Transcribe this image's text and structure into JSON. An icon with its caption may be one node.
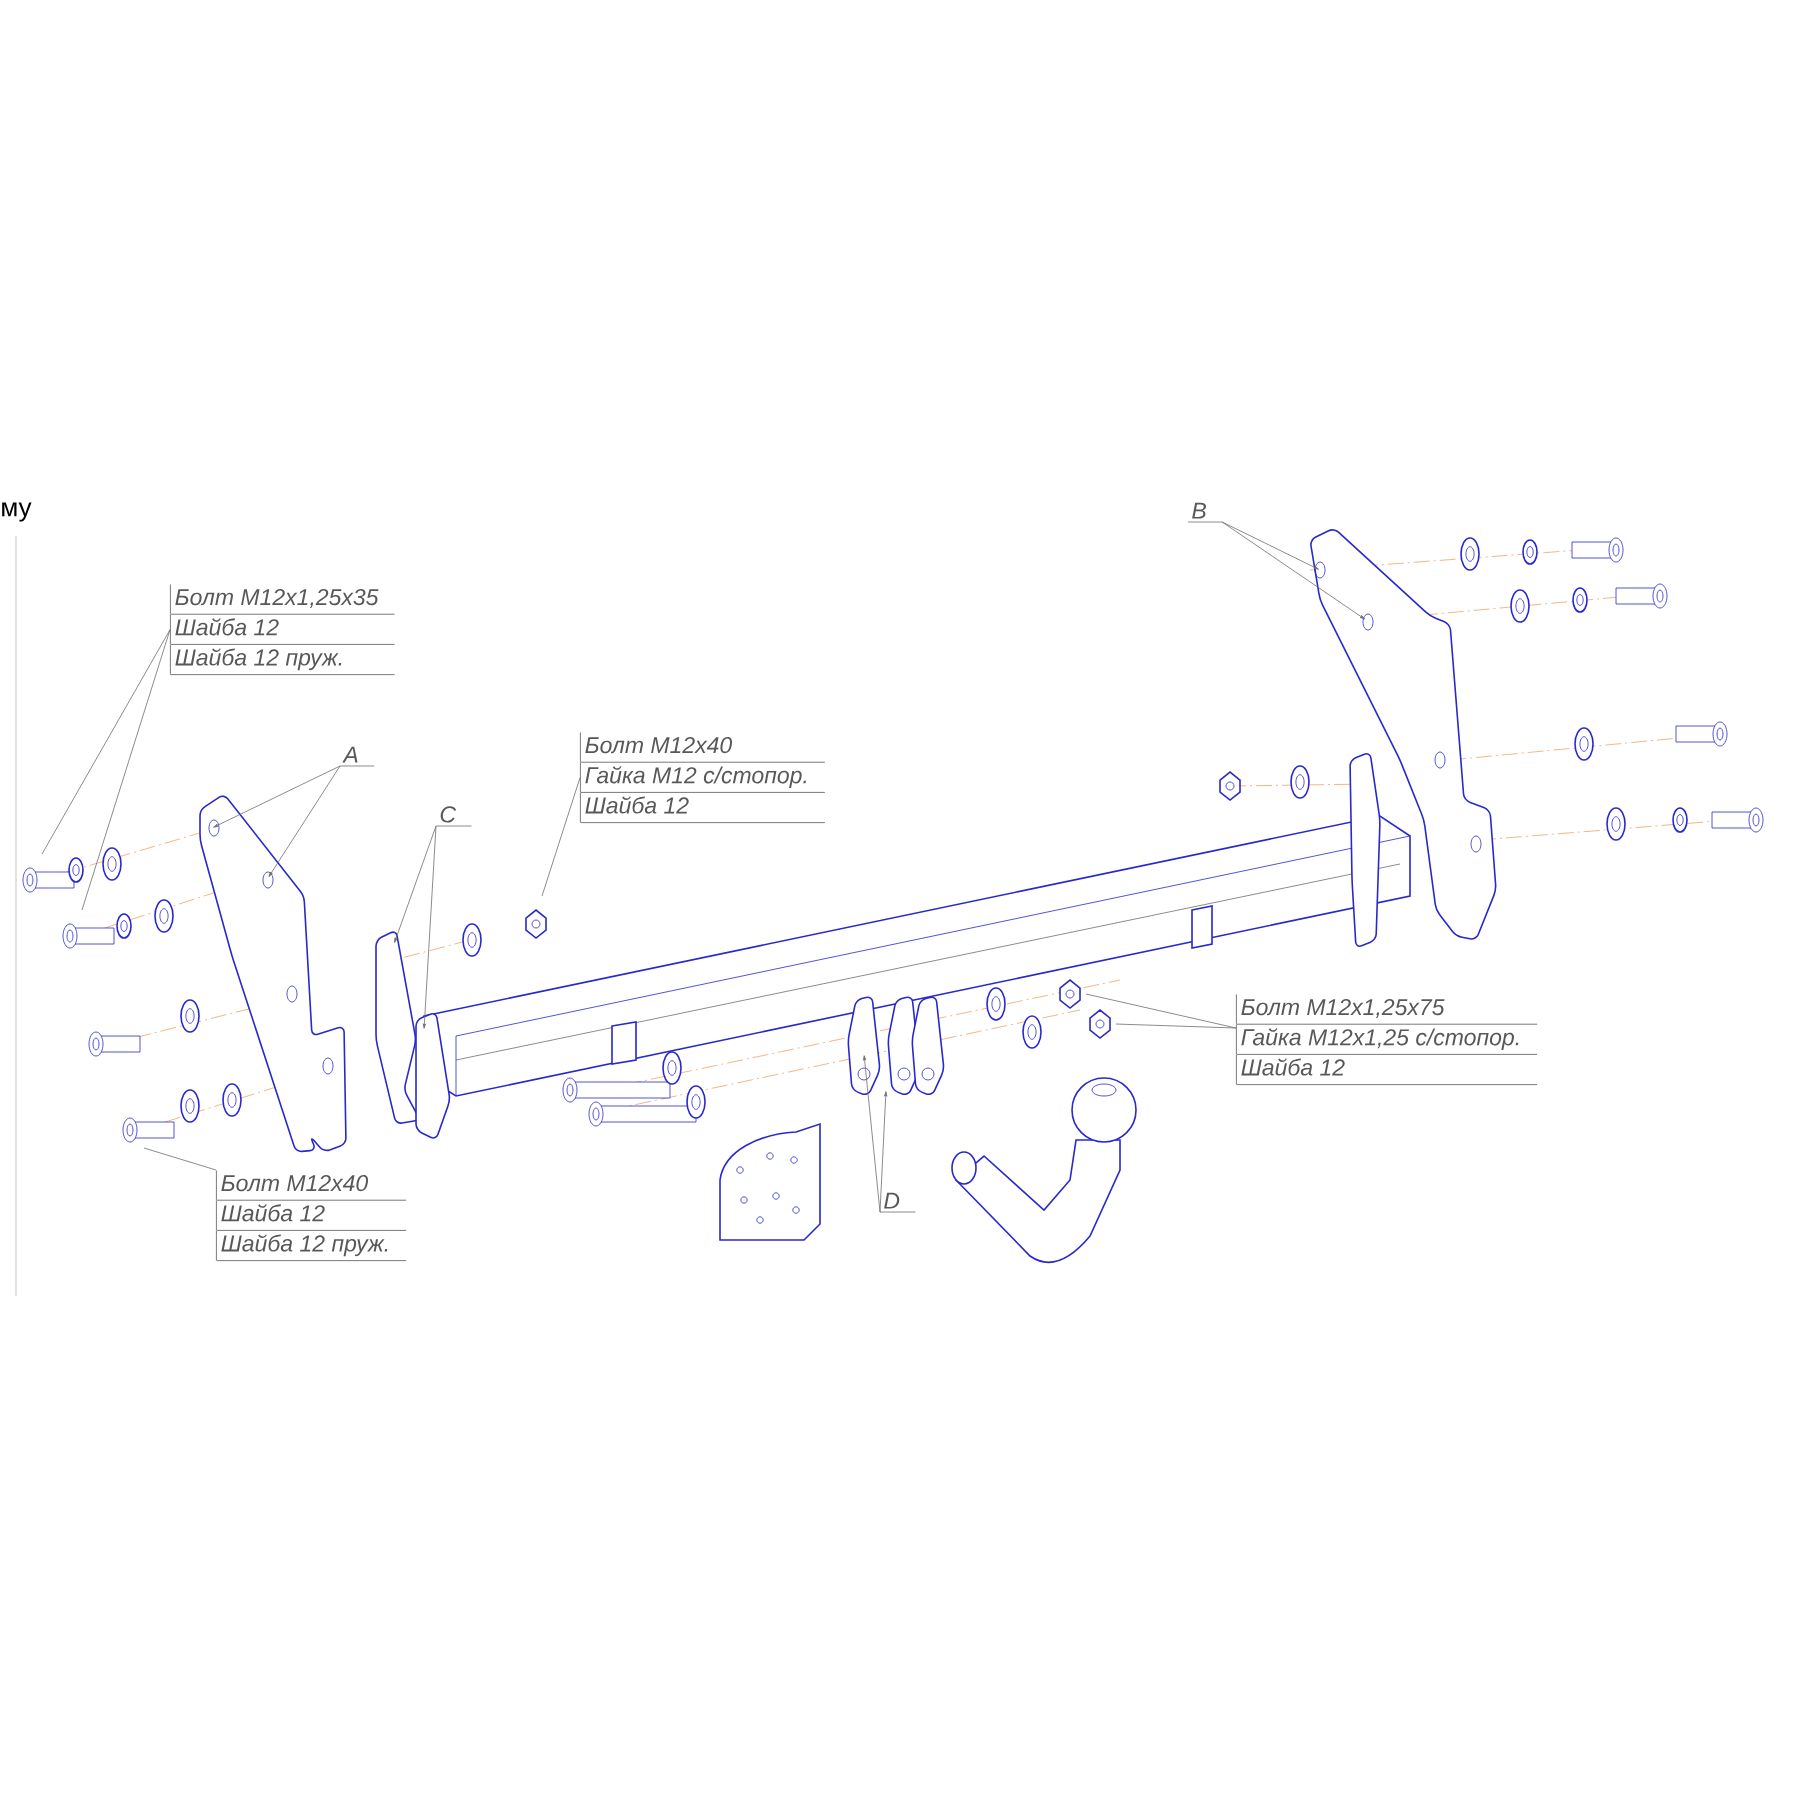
{
  "diagram": {
    "nodes": [
      {
        "text": [
          "Болт M12x1,25x35",
          "Шайба 12",
          "Шайба 12 пруж."
        ]
      },
      {
        "text": [
          "A"
        ]
      },
      {
        "text": [
          "C"
        ]
      },
      {
        "text": [
          "Болт M12x40",
          "Гайка M12 с/стопор.",
          "Шайба 12"
        ]
      },
      {
        "text": [
          "B"
        ]
      },
      {
        "text": [
          "Болт M12x1,25x75",
          "Гайка M12x1,25 с/стопор.",
          "Шайба 12"
        ]
      },
      {
        "text": [
          "D"
        ]
      },
      {
        "text": [
          "Болт M12x40",
          "Шайба 12",
          "Шайба 12 пруж."
        ]
      }
    ],
    "edges": [
      {
        "from": 0,
        "to": null,
        "arrow": "none"
      },
      {
        "from": 0,
        "to": null,
        "arrow": "none"
      },
      {
        "from": 1,
        "to": null,
        "arrow": "to"
      },
      {
        "from": 1,
        "to": null,
        "arrow": "to"
      },
      {
        "from": 2,
        "to": null,
        "arrow": "to"
      },
      {
        "from": 2,
        "to": null,
        "arrow": "to"
      },
      {
        "from": 3,
        "to": null,
        "arrow": "none"
      },
      {
        "from": 4,
        "to": null,
        "arrow": "to"
      },
      {
        "from": 4,
        "to": null,
        "arrow": "to"
      },
      {
        "from": 5,
        "to": null,
        "arrow": "none"
      },
      {
        "from": 5,
        "to": null,
        "arrow": "none"
      },
      {
        "from": 6,
        "to": null,
        "arrow": "to"
      },
      {
        "from": 6,
        "to": null,
        "arrow": "to"
      },
      {
        "from": 7,
        "to": null,
        "arrow": "none"
      }
    ],
    "labels": [
      "му"
    ]
  }
}
